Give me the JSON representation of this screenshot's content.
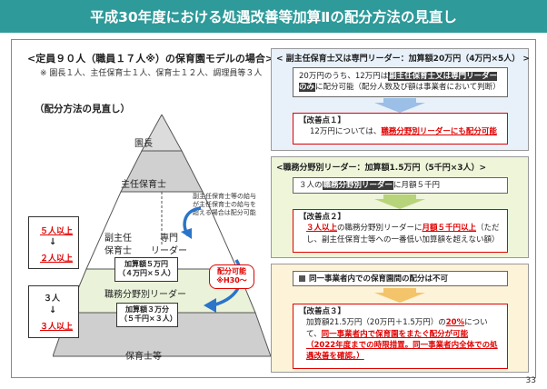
{
  "title": "平成30年度における処遇改善等加算Ⅱの配分方法の見直し",
  "left": {
    "model_title": "<定員９０人（職員１７人※）の保育園モデルの場合>",
    "model_note": "※ 園長１人、主任保育士１人、保育士１２人、調理員等３人",
    "method_label": "（配分方法の見直し）",
    "pyramid": {
      "top": "園長",
      "second": "主任保育士",
      "third_left": "副主任\n保育士",
      "third_right": "専門\nリーダー",
      "third_amount": "加算額５万円\n（４万円×５人）",
      "fourth": "職務分野別リーダー",
      "fourth_amount": "加算額３万分\n（５千円×３人）",
      "bottom": "保育士等"
    },
    "redistribution_note": "副主任保育士等の給与\nが主任保育士の給与を\n超える場合は配分可能",
    "side_top": {
      "line1": "５人以上",
      "arrow": "↓",
      "line2": "２人以上"
    },
    "side_bottom": {
      "line1": "３人",
      "arrow": "↓",
      "line2": "３人以上"
    },
    "allocation_badge": "配分可能\n※H30～"
  },
  "right": {
    "panel1": {
      "header": "< 副主任保育士又は専門リーダー：加算額20万円（4万円×5人） >",
      "box1_text_a": "20万円のうち、12万円は",
      "box1_highlight": "副主任保育士又は専門リーダーのみ",
      "box1_text_b": "に配分可能（配分人数及び額は事業者において判断）",
      "change_title": "【改善点１】",
      "change_text_a": "12万円については、",
      "change_red": "職務分野別リーダーにも配分可能"
    },
    "panel2": {
      "header": "<職務分野別リーダー：加算額1.5万円（5千円×3人）>",
      "box1_text_a": "３人の",
      "box1_highlight": "職務分野別リーダー",
      "box1_text_b": "に月額５千円",
      "change_title": "【改善点２】",
      "change_red_a": "３人以上",
      "change_text_a": "の職務分野別リーダーに",
      "change_red_b": "月額５千円以上",
      "change_text_b": "（ただし、副主任保育士等への一番低い加算額を超えない額）"
    },
    "panel3": {
      "header": "同一事業者内での保育園間の配分は不可",
      "change_title": "【改善点３】",
      "change_text_a": "加算額21.5万円（20万円＋1.5万円）の",
      "change_red_a": "20%",
      "change_text_b": "について、",
      "change_red_b": "同一事業者内で保育園をまたぐ配分が可能",
      "change_red_c": "（2022年度までの時限措置。同一事業者内全体での処遇改善を確認。）"
    }
  },
  "page_number": "33",
  "colors": {
    "title_bg": "#2e9a9a",
    "panel1_bg": "#e8f1fa",
    "panel2_bg": "#eef5d9",
    "panel3_bg": "#fdf3d8",
    "red": "#e00000",
    "blue_arrow": "#2b74c9"
  }
}
